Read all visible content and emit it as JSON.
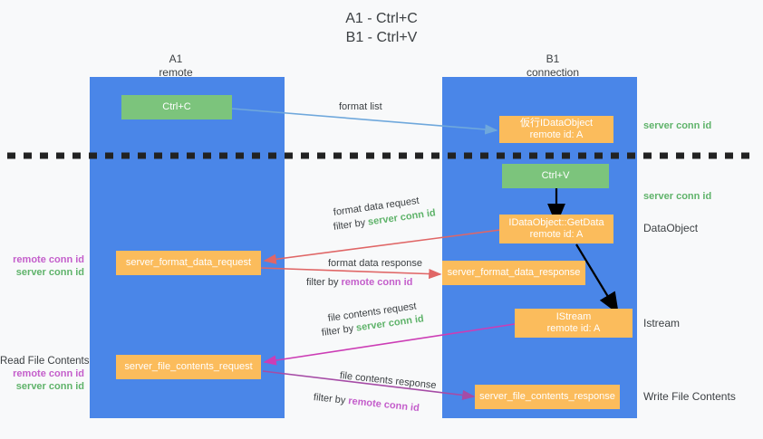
{
  "title": {
    "line1": "A1 - Ctrl+C",
    "line2": "B1 - Ctrl+V"
  },
  "columns": [
    {
      "id": "a1",
      "name": "A1",
      "role": "remote"
    },
    {
      "id": "b1",
      "name": "B1",
      "role": "connection"
    }
  ],
  "nodes": {
    "ctrl_c": {
      "label": "Ctrl+C",
      "color": "#7cc47c"
    },
    "ctrl_v": {
      "label": "Ctrl+V",
      "color": "#7cc47c"
    },
    "idataobject": {
      "line1": "仮行IDataObject",
      "line2": "remote id: A",
      "color": "#fbbc5c"
    },
    "getdata": {
      "line1": "IDataObject::GetData",
      "line2": "remote id: A",
      "color": "#fbbc5c"
    },
    "istream": {
      "line1": "IStream",
      "line2": "remote id: A",
      "color": "#fbbc5c"
    },
    "fmt_req": {
      "label": "server_format_data_request",
      "color": "#fbbc5c"
    },
    "fmt_resp": {
      "label": "server_format_data_response",
      "color": "#fbbc5c"
    },
    "file_req": {
      "label": "server_file_contents_request",
      "color": "#fbbc5c"
    },
    "file_resp": {
      "label": "server_file_contents_response",
      "color": "#fbbc5c"
    }
  },
  "edge_labels": {
    "format_list": "format list",
    "format_data_request": "format data request",
    "format_data_request_filter_prefix": "filter by ",
    "format_data_request_filter_key": "server conn id",
    "format_data_response": "format data response",
    "format_data_response_filter_prefix": "filter by ",
    "format_data_response_filter_key": "remote conn id",
    "file_contents_request": "file contents request",
    "file_contents_request_filter_prefix": "filter by ",
    "file_contents_request_filter_key": "server conn id",
    "file_contents_response": "file contents response",
    "file_contents_response_filter_prefix": "filter by ",
    "file_contents_response_filter_key": "remote conn id"
  },
  "right_labels": {
    "server_conn_id_top": "server conn id",
    "server_conn_id_mid": "server conn id",
    "dataobject": "DataObject",
    "istream": "Istream",
    "write_file_contents": "Write File Contents"
  },
  "left_labels": {
    "remote_conn_id_1": "remote conn id",
    "server_conn_id_1": "server conn id",
    "read_file_contents": "Read File Contents",
    "remote_conn_id_2": "remote conn id",
    "server_conn_id_2": "server conn id"
  },
  "colors": {
    "column": "#4a86e8",
    "green_node": "#7cc47c",
    "orange_node": "#fbbc5c",
    "text_dark": "#3c4043",
    "key_green": "#5fb36a",
    "key_purple": "#c45ecb",
    "arrow_light_blue": "#6fa8dc",
    "arrow_red": "#e06666",
    "arrow_magenta": "#cc3db5",
    "arrow_purple": "#a64ca6",
    "arrow_black": "#000000",
    "divider": "#222222",
    "background": "#f8f9fa"
  }
}
